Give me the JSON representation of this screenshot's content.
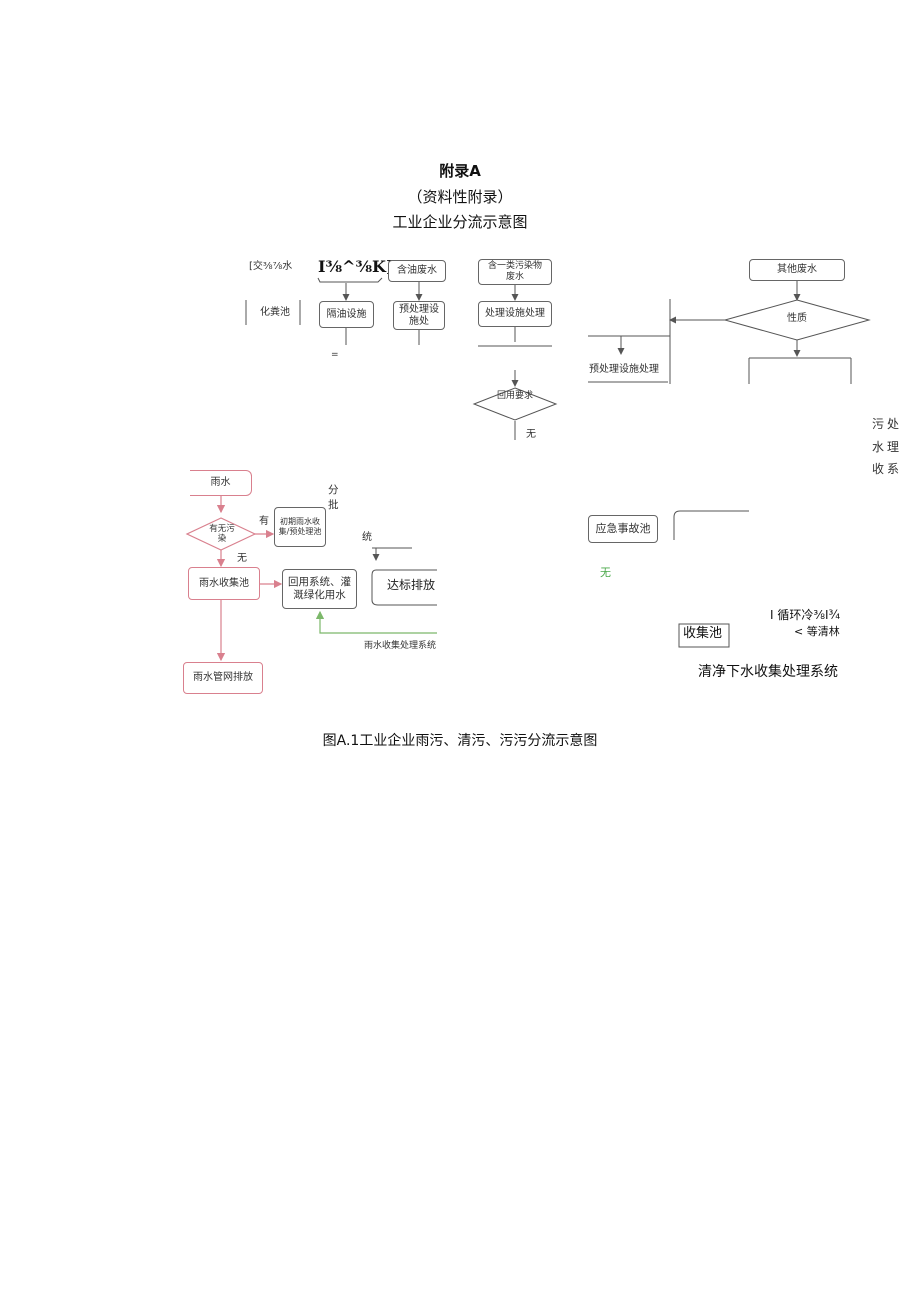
{
  "header": {
    "appendix": "附录A",
    "note": "（资料性附录）",
    "title": "工业企业分流示意图"
  },
  "diagram": {
    "row1": {
      "toilet_water": "[交⅜⅞水",
      "oily_header": "I⅜^⅜K]",
      "oily_water": "含油废水",
      "septic_tank": "化粪池",
      "oil_separator": "隔油设施",
      "pretreatment": "预处理设施处",
      "equals_mark": "=",
      "pollutant_water": "含一类污染物废水",
      "treatment": "处理设施处理",
      "reuse_diamond": "回用要求",
      "none_a": "无",
      "other_water": "其他废水",
      "nature_diamond": "性质",
      "pretreat_facility": "预处理设施处理"
    },
    "side_text": {
      "line1": "污处",
      "line2": "水理",
      "line3": "收系"
    },
    "rain": {
      "rainwater": "雨水",
      "polluted_diamond": "有无污染",
      "has": "有",
      "none": "无",
      "initial_pool": "初期雨水收集/预处理池",
      "batch": "分批",
      "system_char": "统",
      "collection_pool": "雨水收集池",
      "reuse_system": "回用系统、灌溉绿化用水",
      "discharge": "达标排放",
      "pipe_network": "雨水管网排放",
      "collection_system": "雨水收集处理系统"
    },
    "clean": {
      "emergency_pool": "应急事故池",
      "none_green": "无",
      "cooling": "I 循环冷⅜I¾",
      "clean_etc": "< 等清林",
      "collect_pool": "收集池",
      "clean_system": "清净下水收集处理系统"
    }
  },
  "caption": "图A.1工业企业雨污、清污、污污分流示意图",
  "colors": {
    "line": "#555555",
    "rain_pink": "#d9808e",
    "recycle_green": "#7cb86a",
    "none_green": "#4aa84a"
  }
}
